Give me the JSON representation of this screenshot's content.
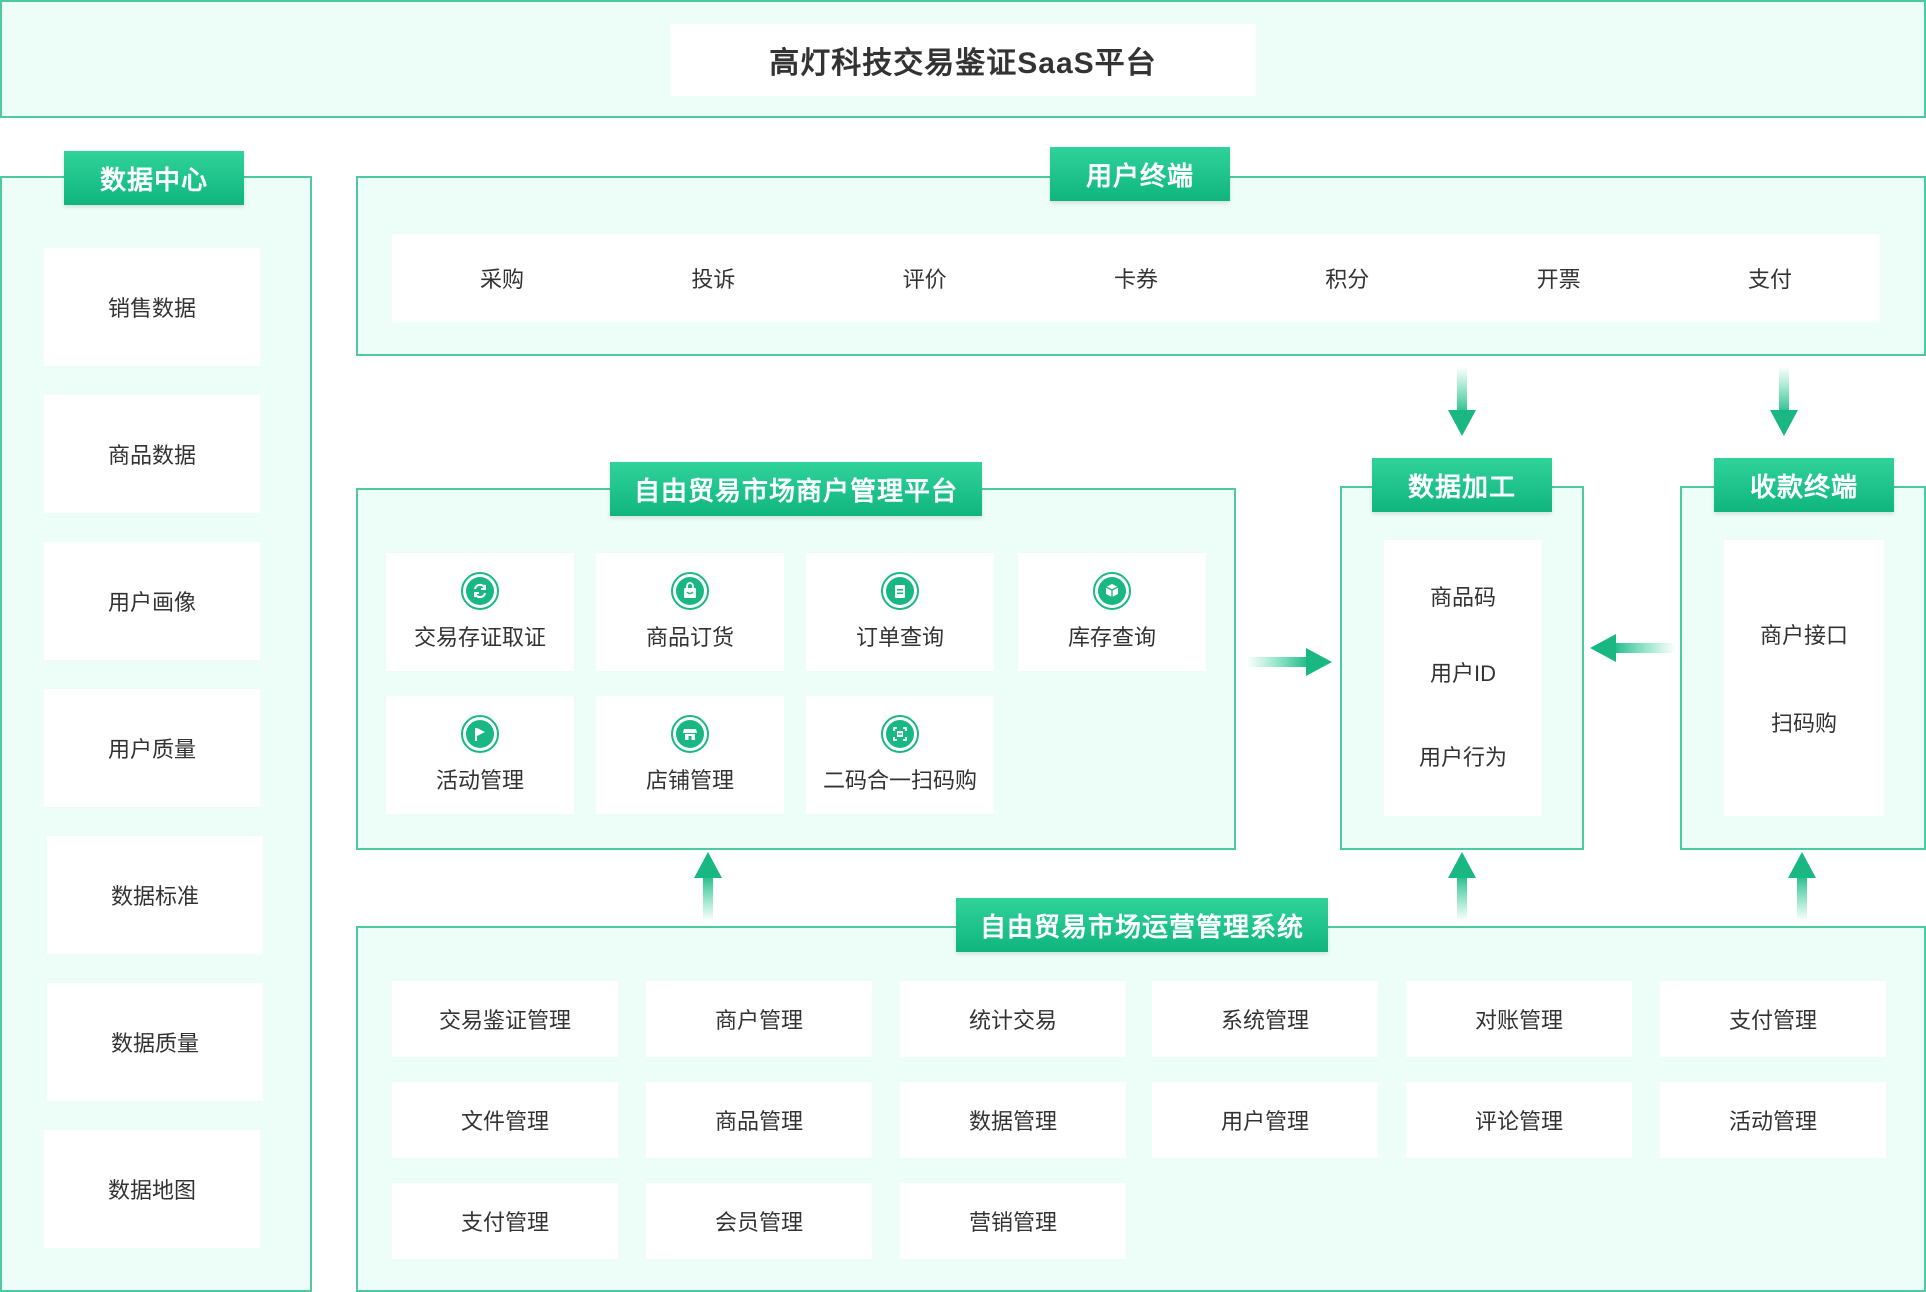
{
  "header": {
    "title": "高灯科技交易鉴证SaaS平台"
  },
  "data_center": {
    "label": "数据中心",
    "items": [
      "销售数据",
      "商品数据",
      "用户画像",
      "用户质量",
      "数据标准",
      "数据质量",
      "数据地图"
    ]
  },
  "user_terminal": {
    "label": "用户终端",
    "items": [
      "采购",
      "投诉",
      "评价",
      "卡券",
      "积分",
      "开票",
      "支付"
    ]
  },
  "merchant_platform": {
    "label": "自由贸易市场商户管理平台",
    "items": [
      {
        "label": "交易存证取证",
        "icon": "exchange-icon"
      },
      {
        "label": "商品订货",
        "icon": "shopping-bag-icon"
      },
      {
        "label": "订单查询",
        "icon": "clipboard-icon"
      },
      {
        "label": "库存查询",
        "icon": "box-icon"
      },
      {
        "label": "活动管理",
        "icon": "flag-icon"
      },
      {
        "label": "店铺管理",
        "icon": "store-icon"
      },
      {
        "label": "二码合一扫码购",
        "icon": "scan-icon"
      }
    ]
  },
  "data_processing": {
    "label": "数据加工",
    "items": [
      "商品码",
      "用户ID",
      "用户行为"
    ]
  },
  "payment_terminal": {
    "label": "收款终端",
    "items": [
      "商户接口",
      "扫码购"
    ]
  },
  "operations_system": {
    "label": "自由贸易市场运营管理系统",
    "rows": [
      [
        "交易鉴证管理",
        "商户管理",
        "统计交易",
        "系统管理",
        "对账管理",
        "支付管理"
      ],
      [
        "文件管理",
        "商品管理",
        "数据管理",
        "用户管理",
        "评论管理",
        "活动管理"
      ],
      [
        "支付管理",
        "会员管理",
        "营销管理"
      ]
    ]
  },
  "colors": {
    "accent": "#19b882",
    "panel_bg": "#edfdf7",
    "panel_border": "#4fc9a2"
  }
}
